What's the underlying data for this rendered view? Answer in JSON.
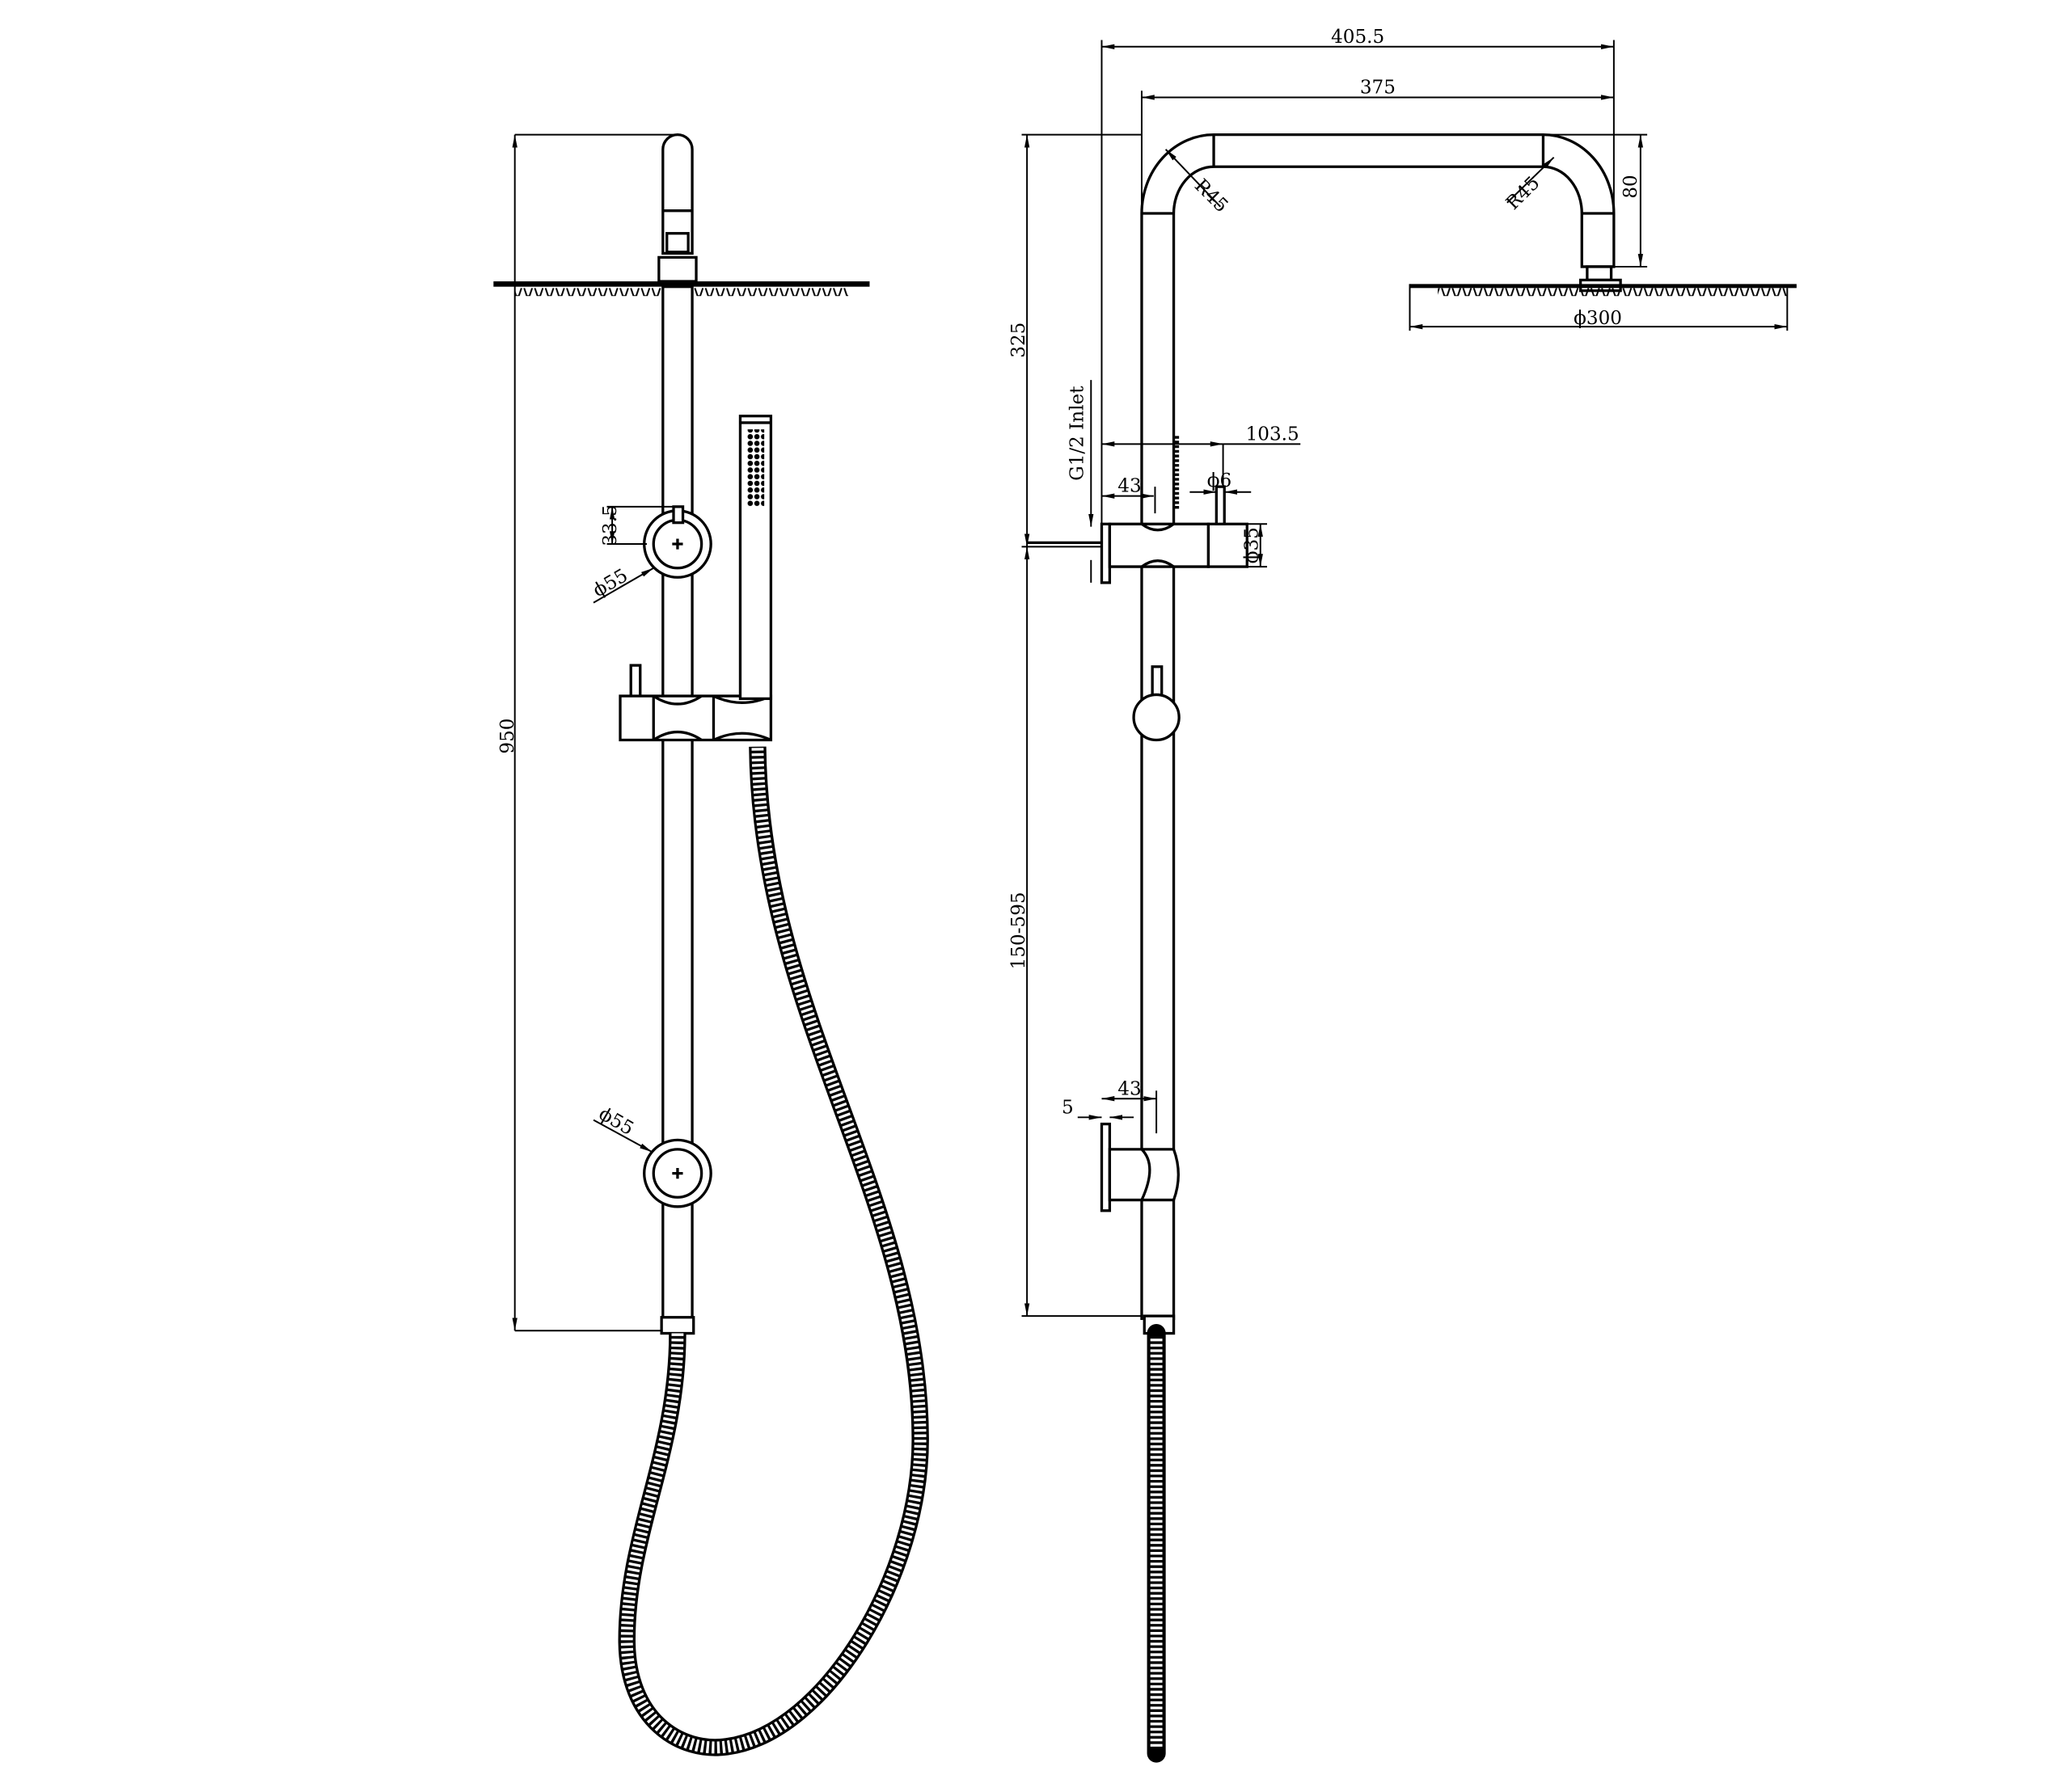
{
  "drawing": {
    "title": "Shower rail set technical drawing",
    "front_view": {
      "overall_height": "950",
      "bracket_offset": "33.5",
      "bracket_diameter_upper": "ϕ55",
      "bracket_diameter_lower": "ϕ55"
    },
    "side_view": {
      "overall_projection": "405.5",
      "arm_length": "375",
      "arm_drop": "80",
      "bend_radius_left": "R45",
      "bend_radius_right": "R45",
      "head_diameter": "ϕ300",
      "upper_height": "325",
      "inlet_label": "G1/2 Inlet",
      "diverter_projection": "103.5",
      "inlet_offset_upper": "43",
      "pin_diameter": "ϕ6",
      "body_diameter": "ϕ35",
      "adjustable_height": "150-595",
      "inlet_offset_lower": "43",
      "flange_thickness": "5"
    },
    "line_color": "#000000",
    "background_color": "#ffffff"
  }
}
